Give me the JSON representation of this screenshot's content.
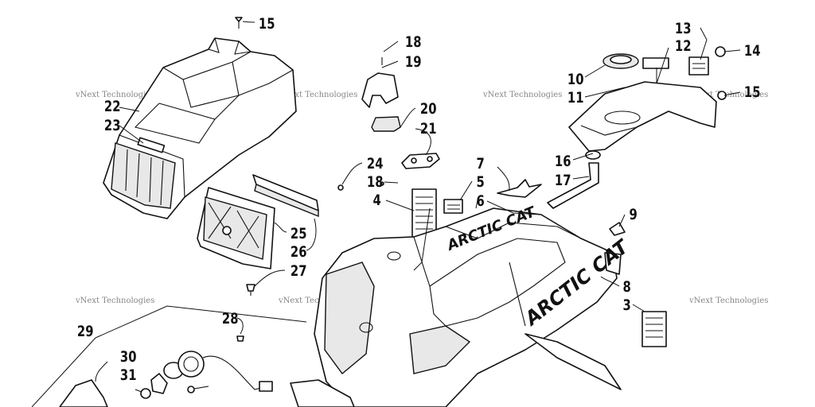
{
  "diagram": {
    "watermark": "vNext Technologies",
    "brand_text": "ARCTIC CAT",
    "callouts": [
      "15",
      "18",
      "19",
      "20",
      "21",
      "22",
      "23",
      "24",
      "18",
      "4",
      "25",
      "26",
      "27",
      "28",
      "29",
      "30",
      "31",
      "10",
      "11",
      "12",
      "13",
      "14",
      "15",
      "16",
      "17",
      "7",
      "5",
      "6",
      "9",
      "8",
      "3"
    ]
  }
}
